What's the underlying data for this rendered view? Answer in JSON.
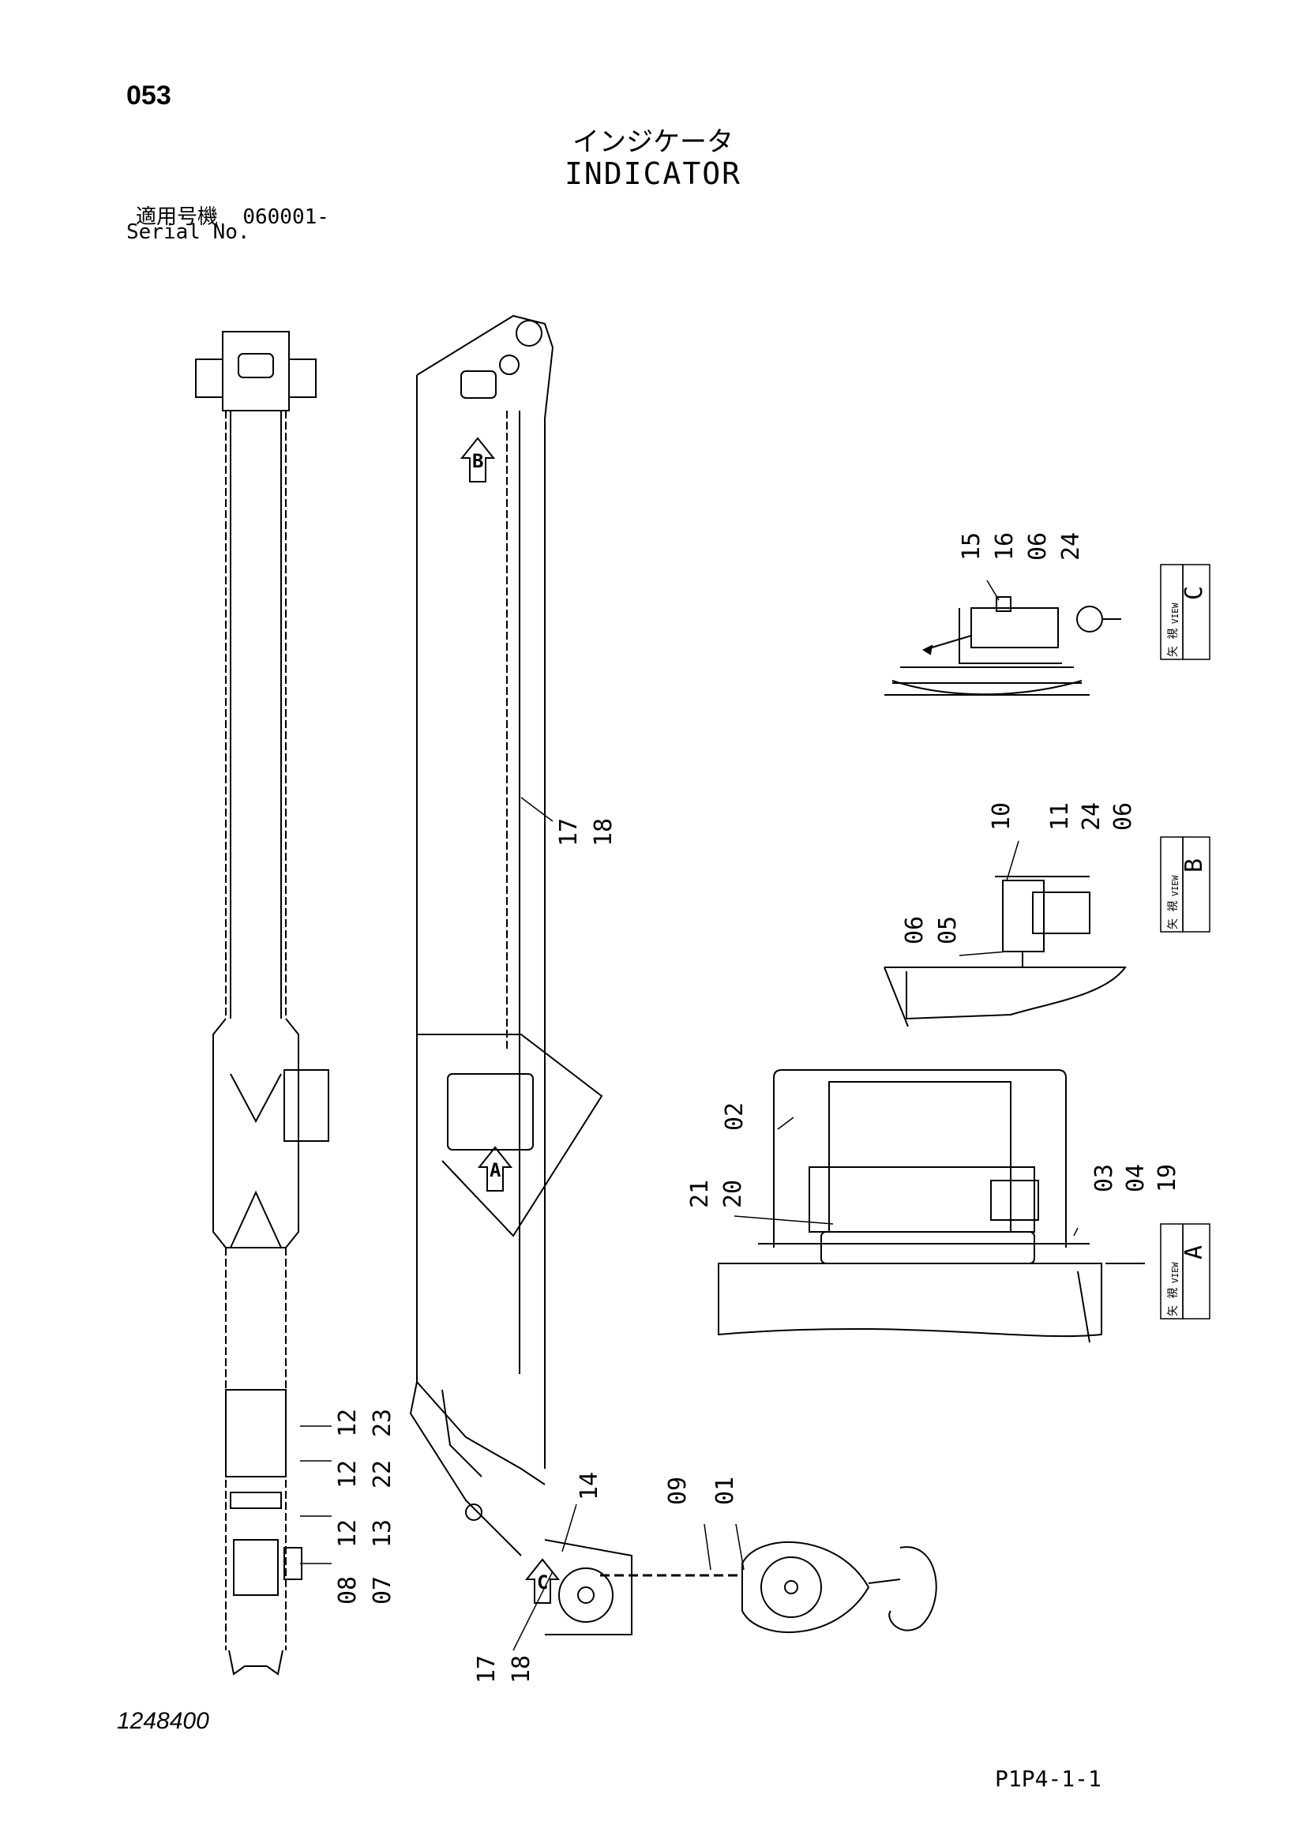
{
  "header": {
    "page_number": "053",
    "title_jp": "インジケータ",
    "title_en": "INDICATOR",
    "serial_label_jp": "適用号機",
    "serial_value": "060001-",
    "serial_label_en": "Serial No."
  },
  "footer": {
    "document_number": "1248400",
    "page_reference": "P1P4-1-1"
  },
  "views": {
    "view_c": {
      "letter": "C",
      "jp": "矢 視",
      "en": "VIEW"
    },
    "view_b": {
      "letter": "B",
      "jp": "矢 視",
      "en": "VIEW"
    },
    "view_a": {
      "letter": "A",
      "jp": "矢 視",
      "en": "VIEW"
    }
  },
  "callouts": {
    "c1": "15",
    "c2": "16",
    "c3": "06",
    "c4": "24",
    "b1": "10",
    "b2": "11",
    "b3": "24",
    "b4": "06",
    "b5": "06",
    "b6": "05",
    "a1": "02",
    "a2": "21",
    "a3": "20",
    "a4": "03",
    "a5": "04",
    "a6": "19",
    "m1": "17",
    "m2": "18",
    "l1": "12",
    "l2": "23",
    "l3": "12",
    "l4": "22",
    "l5": "12",
    "l6": "13",
    "l7": "08",
    "l8": "07",
    "h1": "14",
    "h2": "09",
    "h3": "01",
    "h4": "17",
    "h5": "18"
  },
  "arrow_labels": {
    "arrow_a": "A",
    "arrow_b": "B",
    "arrow_c": "C"
  }
}
